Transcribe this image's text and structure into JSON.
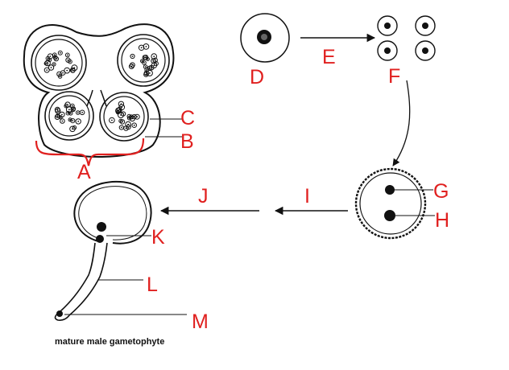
{
  "colors": {
    "ink": "#111111",
    "label": "#e0201f",
    "background": "#ffffff"
  },
  "labels": {
    "A": "A",
    "B": "B",
    "C": "C",
    "D": "D",
    "E": "E",
    "F": "F",
    "G": "G",
    "H": "H",
    "I": "I",
    "J": "J",
    "K": "K",
    "L": "L",
    "M": "M"
  },
  "caption": "mature male gametophyte"
}
